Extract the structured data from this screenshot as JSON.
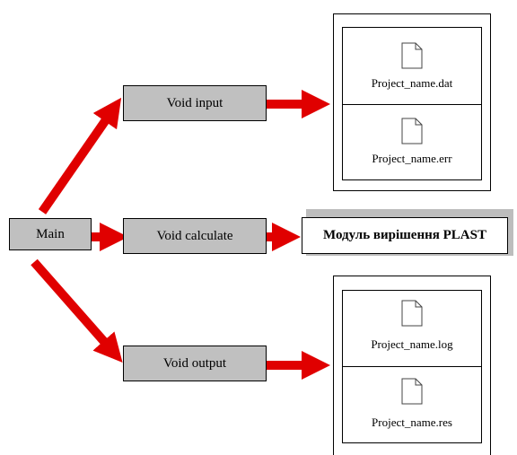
{
  "nodes": {
    "main": "Main",
    "void_input": "Void input",
    "void_calculate": "Void calculate",
    "void_output": "Void output",
    "plast_module": "Модуль вирішення PLAST"
  },
  "input_files": [
    "Project_name.dat",
    "Project_name.err"
  ],
  "output_files": [
    "Project_name.log",
    "Project_name.res"
  ],
  "colors": {
    "arrow": "#e00000",
    "node_fill": "#c0c0c0",
    "border": "#000000"
  },
  "icons": {
    "file": "file-icon",
    "arrow": "arrow"
  }
}
